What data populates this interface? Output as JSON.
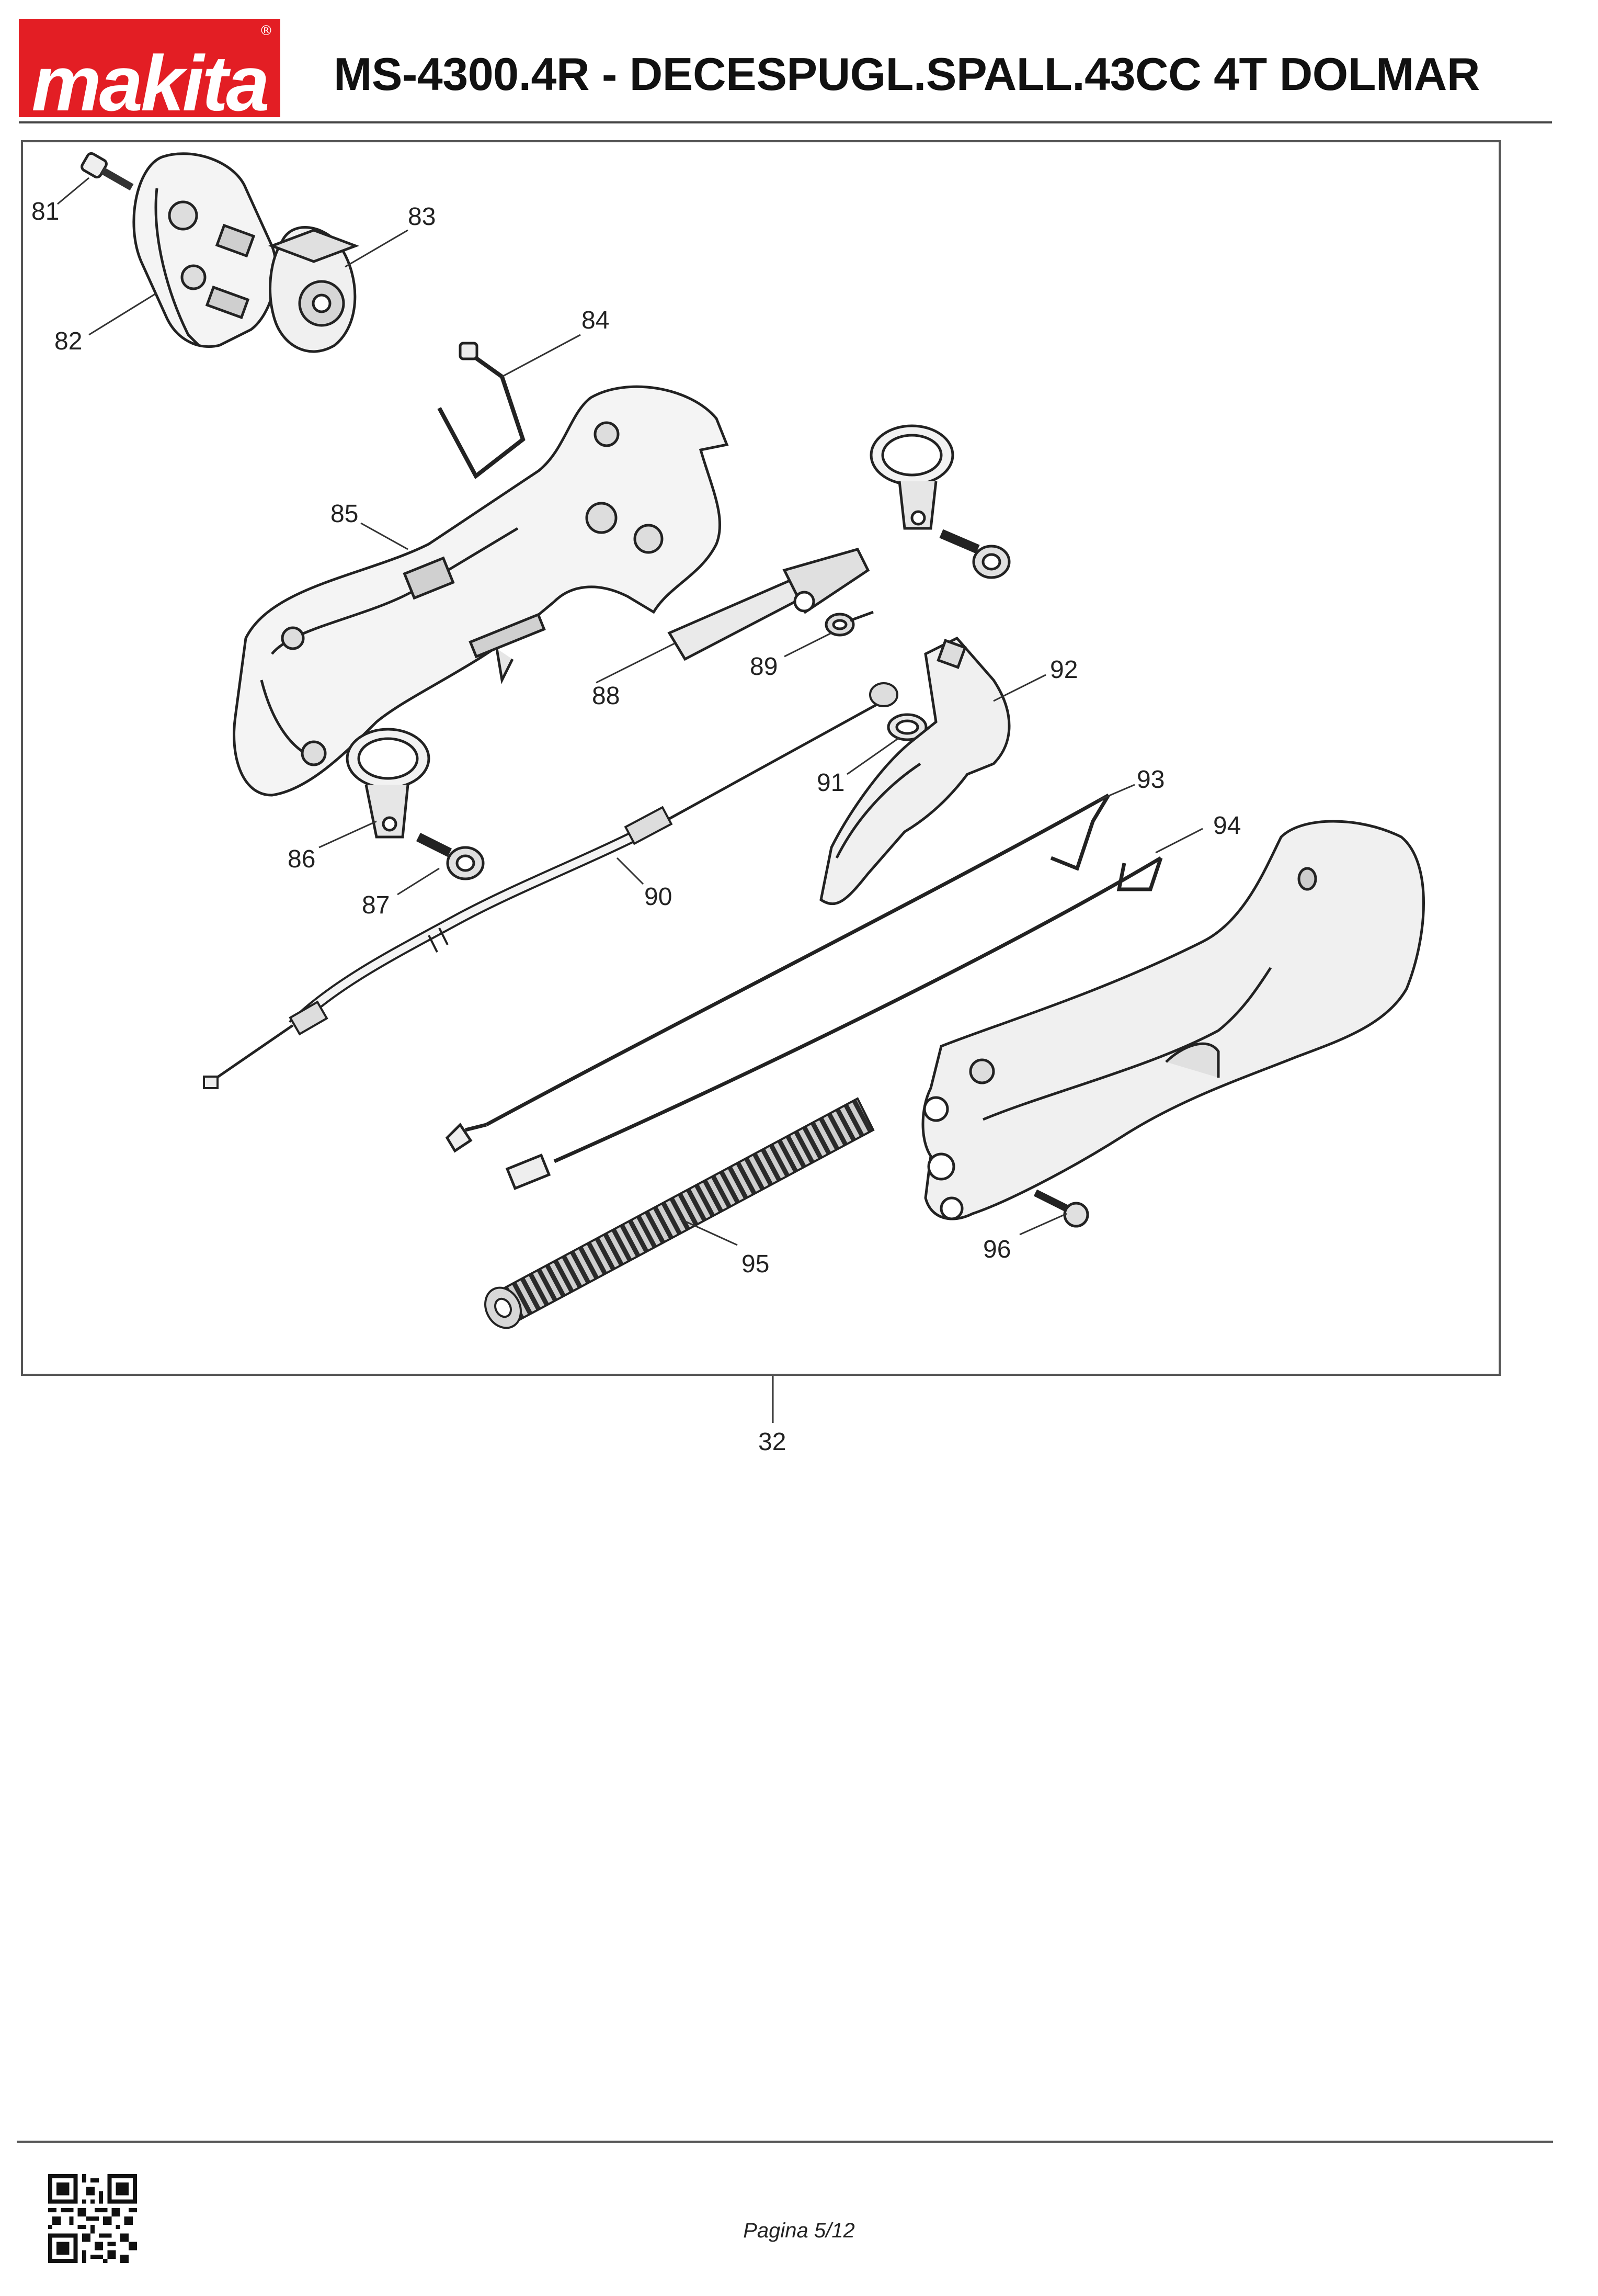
{
  "header": {
    "brand": "makita",
    "title": "MS-4300.4R - DECESPUGL.SPALL.43CC 4T DOLMAR"
  },
  "diagram": {
    "callouts": [
      {
        "id": "c81",
        "label": "81"
      },
      {
        "id": "c82",
        "label": "82"
      },
      {
        "id": "c83",
        "label": "83"
      },
      {
        "id": "c84",
        "label": "84"
      },
      {
        "id": "c85",
        "label": "85"
      },
      {
        "id": "c86",
        "label": "86"
      },
      {
        "id": "c87",
        "label": "87"
      },
      {
        "id": "c88",
        "label": "88"
      },
      {
        "id": "c89",
        "label": "89"
      },
      {
        "id": "c90",
        "label": "90"
      },
      {
        "id": "c91",
        "label": "91"
      },
      {
        "id": "c92",
        "label": "92"
      },
      {
        "id": "c93",
        "label": "93"
      },
      {
        "id": "c94",
        "label": "94"
      },
      {
        "id": "c95",
        "label": "95"
      },
      {
        "id": "c96",
        "label": "96"
      }
    ],
    "assembly_label": "32"
  },
  "footer": {
    "page_label": "Pagina 5/12"
  },
  "colors": {
    "brand_red": "#e31e24",
    "line": "#222222",
    "part_fill": "#f2f2f2",
    "part_shade": "#bdbdbd"
  }
}
